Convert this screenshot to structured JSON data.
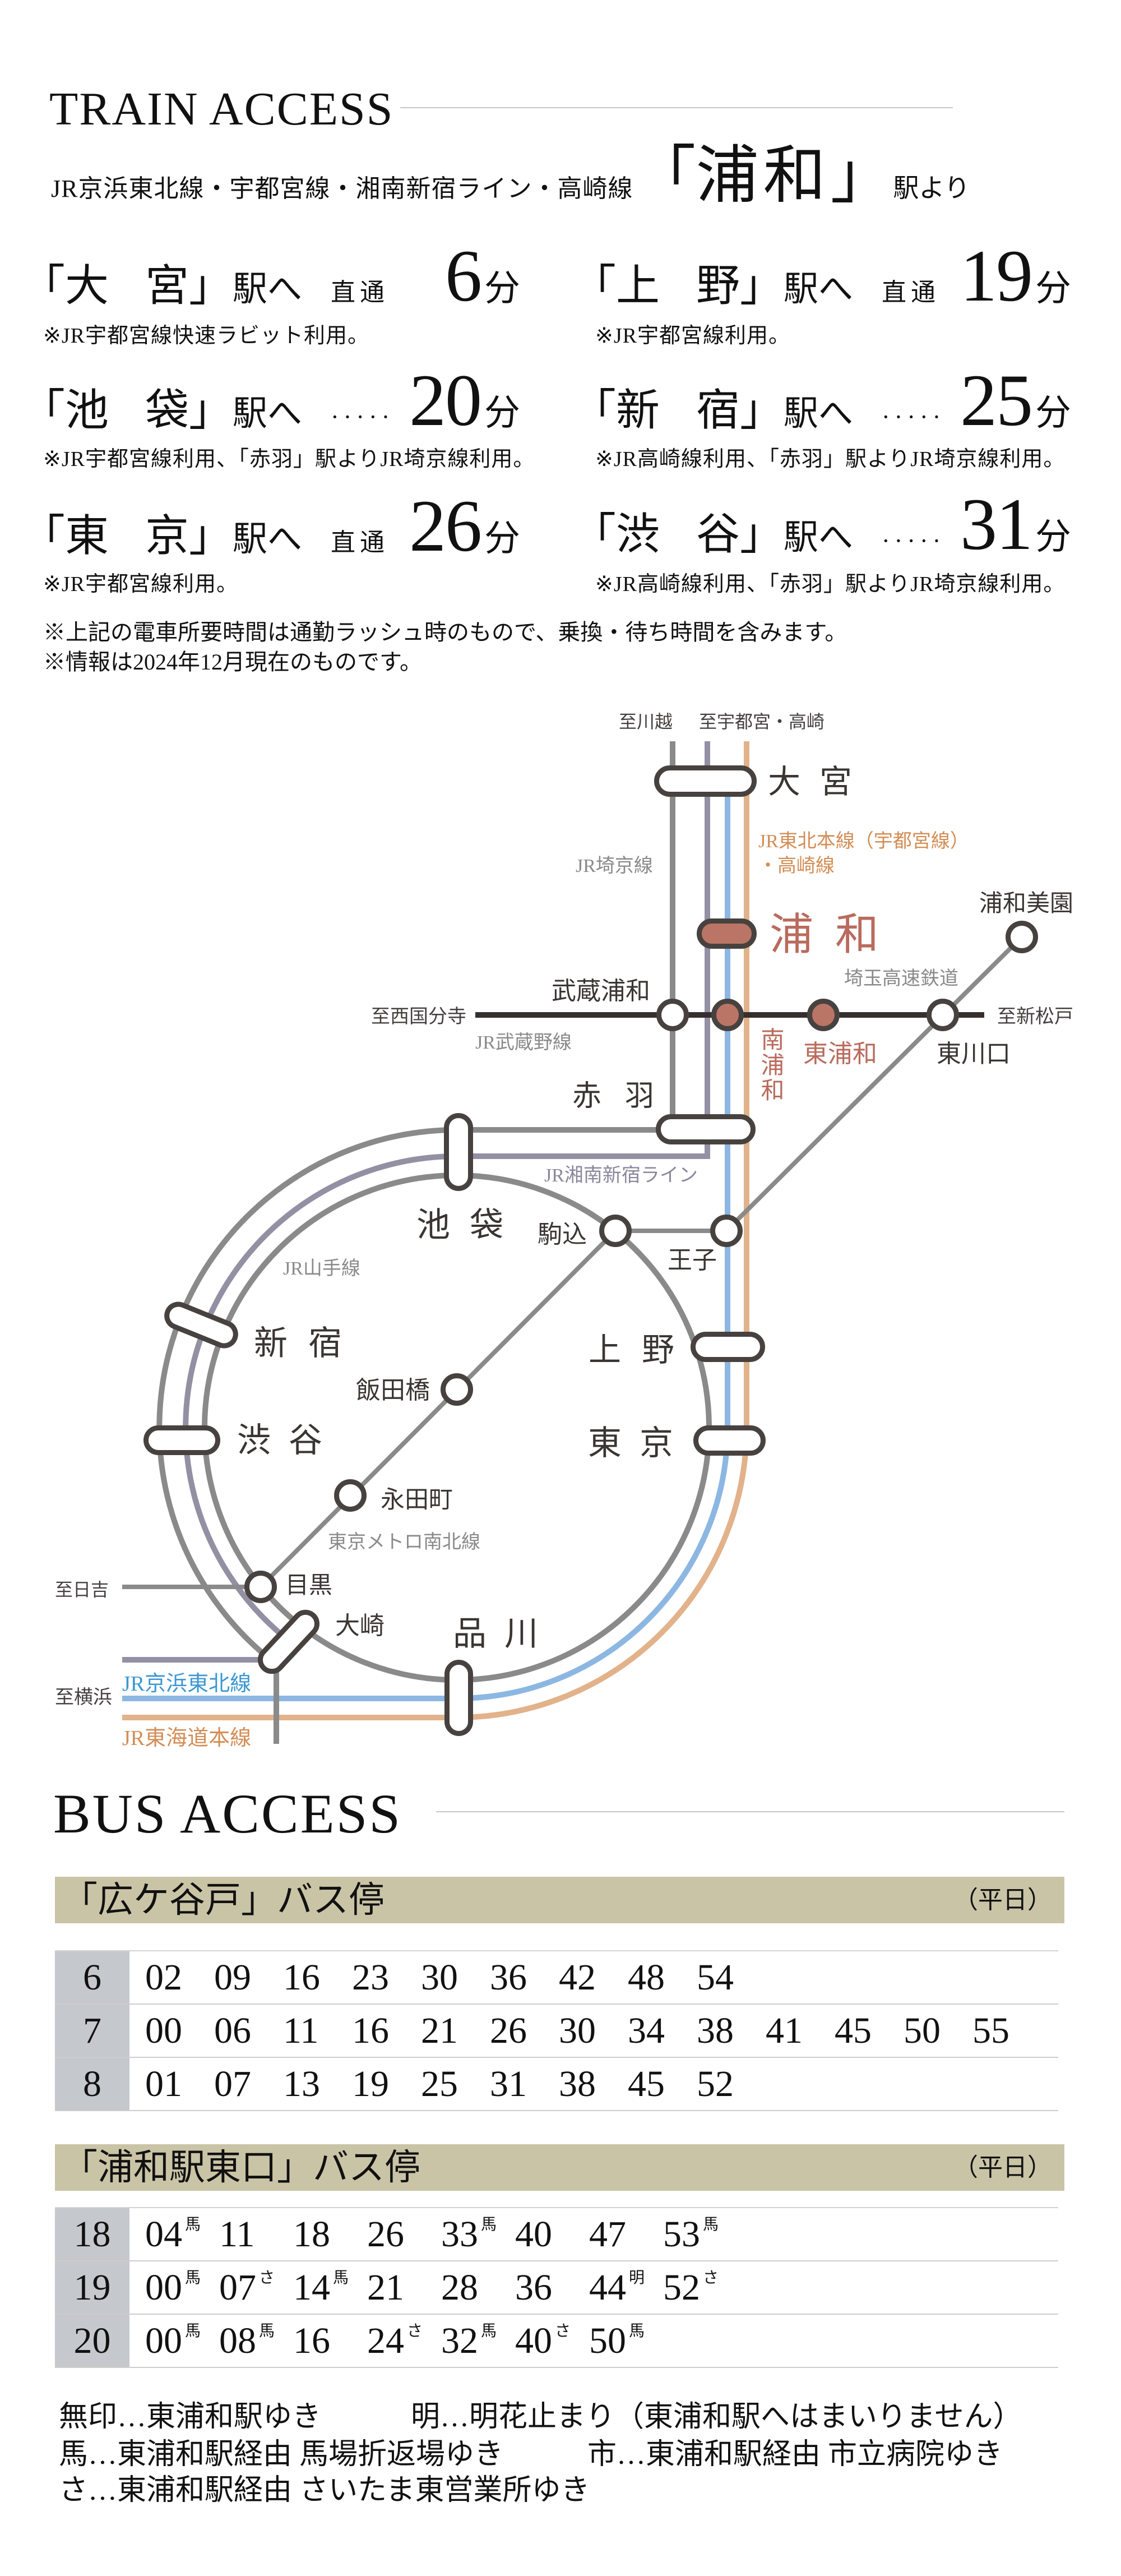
{
  "brackets": {
    "open": "「",
    "close": "」"
  },
  "train_access": {
    "title": "TRAIN ACCESS",
    "origin": {
      "lines": "JR京浜東北線・宇都宮線・湘南新宿ライン・高崎線",
      "station": "浦和",
      "suffix": "駅より"
    },
    "routes": [
      {
        "station": "大宮",
        "to": "駅へ",
        "via": "直通",
        "minutes": "6",
        "unit": "分",
        "note": "※JR宇都宮線快速ラビット利用。"
      },
      {
        "station": "上野",
        "to": "駅へ",
        "via": "直通",
        "minutes": "19",
        "unit": "分",
        "note": "※JR宇都宮線利用。"
      },
      {
        "station": "池袋",
        "to": "駅へ",
        "via": "·····",
        "minutes": "20",
        "unit": "分",
        "note": "※JR宇都宮線利用、「赤羽」駅よりJR埼京線利用。"
      },
      {
        "station": "新宿",
        "to": "駅へ",
        "via": "·····",
        "minutes": "25",
        "unit": "分",
        "note": "※JR高崎線利用、「赤羽」駅よりJR埼京線利用。"
      },
      {
        "station": "東京",
        "to": "駅へ",
        "via": "直通",
        "minutes": "26",
        "unit": "分",
        "note": "※JR宇都宮線利用。"
      },
      {
        "station": "渋谷",
        "to": "駅へ",
        "via": "·····",
        "minutes": "31",
        "unit": "分",
        "note": "※JR高崎線利用、「赤羽」駅よりJR埼京線利用。"
      }
    ],
    "footnotes": [
      "※上記の電車所要時間は通勤ラッシュ時のもので、乗換・待ち時間を含みます。",
      "※情報は2024年12月現在のものです。"
    ]
  },
  "route_map": {
    "directions": {
      "kawagoe": "至川越",
      "utsunomiya_takasaki": "至宇都宮・高崎",
      "nishi_kokubunji": "至西国分寺",
      "shin_matsudo": "至新松戸",
      "hiyoshi": "至日吉",
      "yokohama": "至横浜"
    },
    "lines": {
      "saikyo": "JR埼京線",
      "tohoku_main": [
        "JR東北本線（宇都宮線）",
        "・高崎線"
      ],
      "saitama_railway": "埼玉高速鉄道",
      "musashino": "JR武蔵野線",
      "shonan_shinjuku": "JR湘南新宿ライン",
      "yamanote": "JR山手線",
      "namboku": "東京メトロ南北線",
      "keihin_tohoku": "JR京浜東北線",
      "tokaido": "JR東海道本線"
    },
    "stations": {
      "omiya": "大宮",
      "urawa": "浦和",
      "urawa_misono": "浦和美園",
      "musashi_urawa": "武蔵浦和",
      "minami_urawa": "南浦和",
      "higashi_urawa": "東浦和",
      "higashi_kawaguchi": "東川口",
      "akabane": "赤羽",
      "ikebukuro": "池袋",
      "komagome": "駒込",
      "oji": "王子",
      "shinjuku": "新宿",
      "ueno": "上野",
      "iidabashi": "飯田橋",
      "shibuya": "渋谷",
      "tokyo": "東京",
      "nagatacho": "永田町",
      "meguro": "目黒",
      "osaki": "大崎",
      "shinagawa": "品川"
    }
  },
  "bus_access": {
    "title": "BUS ACCESS",
    "stops": [
      {
        "name": "「広ケ谷戸」バス停",
        "day_type": "（平日）",
        "rows": [
          {
            "hour": "6",
            "minutes": [
              {
                "m": "02"
              },
              {
                "m": "09"
              },
              {
                "m": "16"
              },
              {
                "m": "23"
              },
              {
                "m": "30"
              },
              {
                "m": "36"
              },
              {
                "m": "42"
              },
              {
                "m": "48"
              },
              {
                "m": "54"
              }
            ]
          },
          {
            "hour": "7",
            "minutes": [
              {
                "m": "00"
              },
              {
                "m": "06"
              },
              {
                "m": "11"
              },
              {
                "m": "16"
              },
              {
                "m": "21"
              },
              {
                "m": "26"
              },
              {
                "m": "30"
              },
              {
                "m": "34"
              },
              {
                "m": "38"
              },
              {
                "m": "41"
              },
              {
                "m": "45"
              },
              {
                "m": "50"
              },
              {
                "m": "55"
              }
            ]
          },
          {
            "hour": "8",
            "minutes": [
              {
                "m": "01"
              },
              {
                "m": "07"
              },
              {
                "m": "13"
              },
              {
                "m": "19"
              },
              {
                "m": "25"
              },
              {
                "m": "31"
              },
              {
                "m": "38"
              },
              {
                "m": "45"
              },
              {
                "m": "52"
              }
            ]
          }
        ]
      },
      {
        "name": "「浦和駅東口」バス停",
        "day_type": "（平日）",
        "rows": [
          {
            "hour": "18",
            "minutes": [
              {
                "m": "04",
                "mark": "馬"
              },
              {
                "m": "11"
              },
              {
                "m": "18"
              },
              {
                "m": "26"
              },
              {
                "m": "33",
                "mark": "馬"
              },
              {
                "m": "40"
              },
              {
                "m": "47"
              },
              {
                "m": "53",
                "mark": "馬"
              }
            ]
          },
          {
            "hour": "19",
            "minutes": [
              {
                "m": "00",
                "mark": "馬"
              },
              {
                "m": "07",
                "mark": "さ"
              },
              {
                "m": "14",
                "mark": "馬"
              },
              {
                "m": "21"
              },
              {
                "m": "28"
              },
              {
                "m": "36"
              },
              {
                "m": "44",
                "mark": "明"
              },
              {
                "m": "52",
                "mark": "さ"
              }
            ]
          },
          {
            "hour": "20",
            "minutes": [
              {
                "m": "00",
                "mark": "馬"
              },
              {
                "m": "08",
                "mark": "馬"
              },
              {
                "m": "16"
              },
              {
                "m": "24",
                "mark": "さ"
              },
              {
                "m": "32",
                "mark": "馬"
              },
              {
                "m": "40",
                "mark": "さ"
              },
              {
                "m": "50",
                "mark": "馬"
              }
            ]
          }
        ]
      }
    ],
    "legend": [
      "無印…東浦和駅ゆき",
      "明…明花止まり（東浦和駅へはまいりません）",
      "馬…東浦和駅経由 馬場折返場ゆき",
      "市…東浦和駅経由 市立病院ゆき",
      "さ…東浦和駅経由 さいたま東営業所ゆき"
    ]
  },
  "colors": {
    "line_gray": "#8a8a8a",
    "line_purple": "#9390a3",
    "line_blue": "#8cb7e2",
    "line_orange": "#e2b28a",
    "line_dark": "#35302e",
    "station_outline": "#47423f",
    "highlight": "#b96b5d",
    "highlight_fill": "#bb7566",
    "label_gray": "#8a8a8a",
    "label_purple": "#8a879c",
    "label_blue": "#3b97d3",
    "label_orange": "#d38d55",
    "bus_header_bg": "#cac4a6",
    "hour_cell_bg": "#c5c8cc"
  }
}
